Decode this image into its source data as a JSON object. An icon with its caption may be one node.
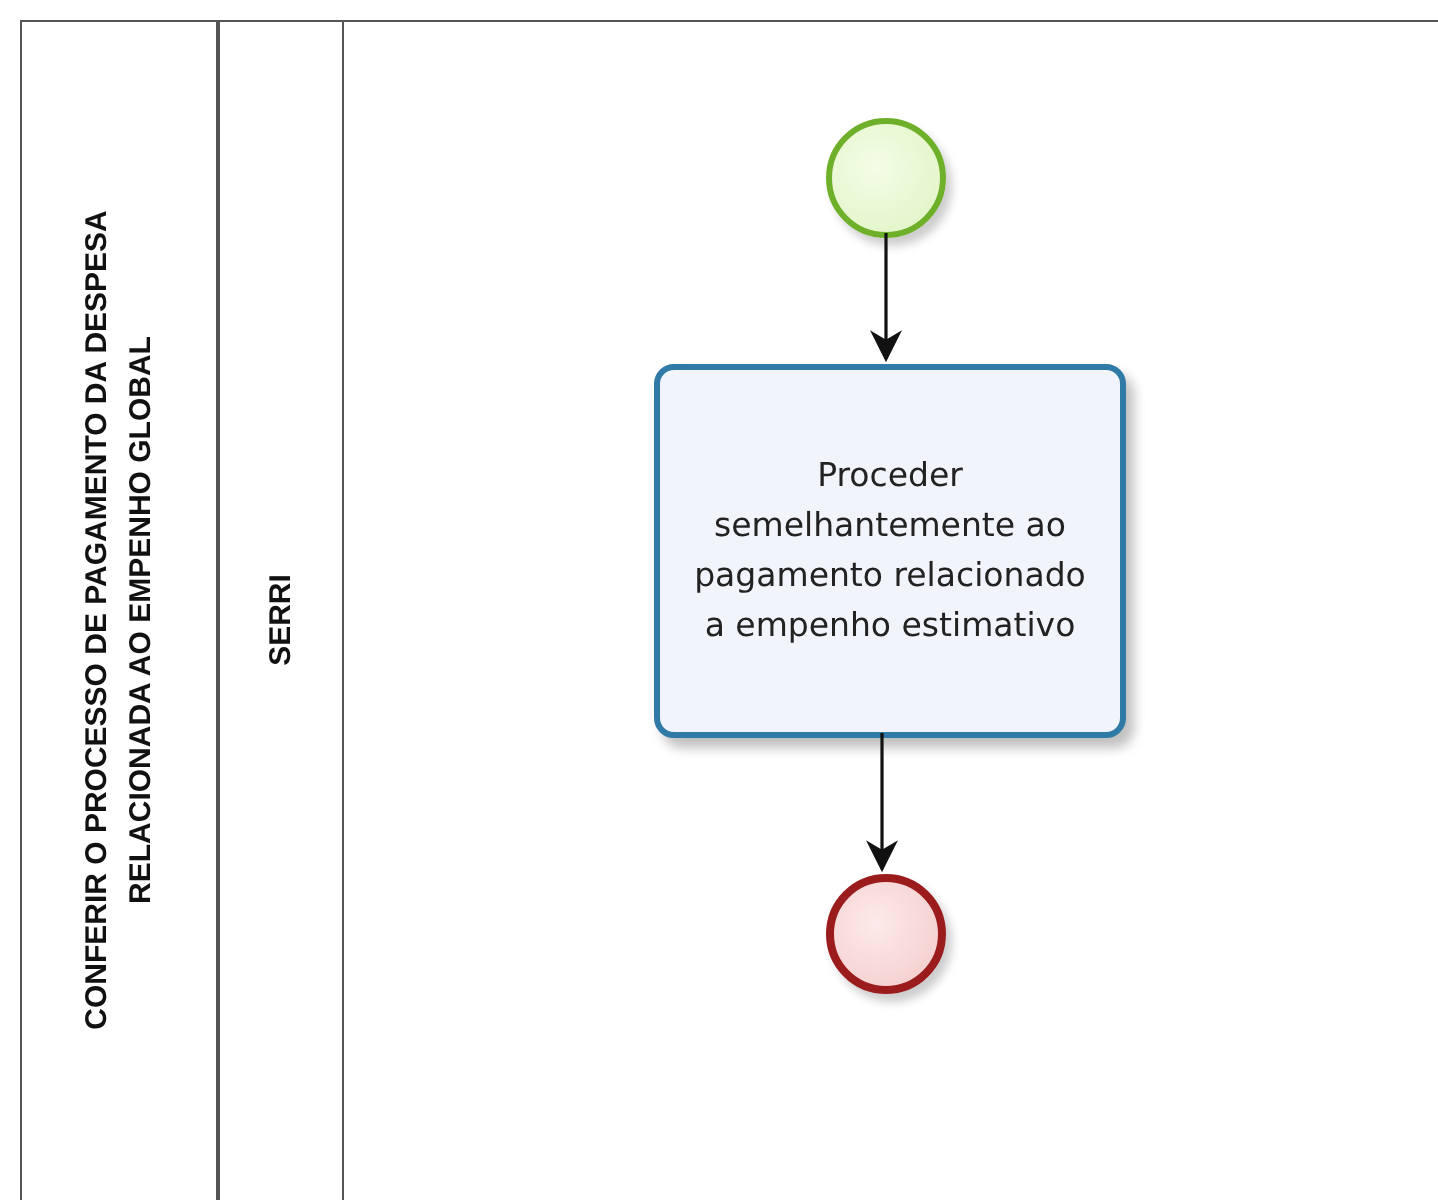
{
  "diagram": {
    "nodes": [
      {
        "text": [
          "CONFERIR O PROCESSO DE PAGAMENTO DA DESPESA RELACIONADA AO EMPENHO GLOBAL"
        ]
      },
      {
        "text": [
          "SERRI"
        ],
        "in": 0
      },
      {
        "text": [],
        "shape": "circle",
        "in": 1
      },
      {
        "text": [
          "Proceder semelhantemente ao pagamento relacionado a empenho estimativo"
        ],
        "in": 1
      },
      {
        "text": [],
        "shape": "circle",
        "in": 1
      }
    ],
    "edges": [
      {
        "from": 2,
        "to": 3,
        "arrow": "to"
      },
      {
        "from": 3,
        "to": 4,
        "arrow": "to"
      }
    ]
  }
}
